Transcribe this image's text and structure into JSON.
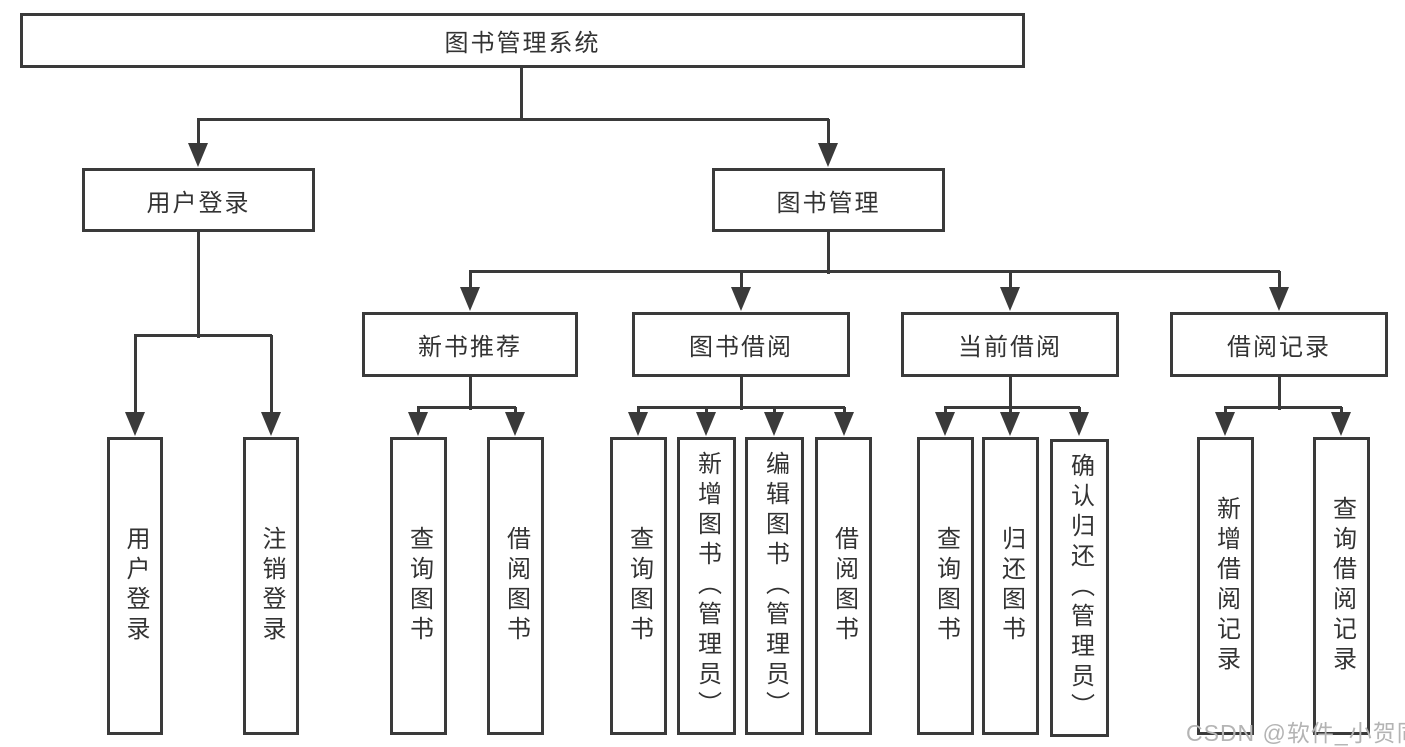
{
  "diagram": {
    "root": {
      "label": "图书管理系统"
    },
    "level2": [
      {
        "label": "用户登录",
        "parent": "图书管理系统"
      },
      {
        "label": "图书管理",
        "parent": "图书管理系统"
      }
    ],
    "level3": [
      {
        "label": "新书推荐",
        "parent": "图书管理"
      },
      {
        "label": "图书借阅",
        "parent": "图书管理"
      },
      {
        "label": "当前借阅",
        "parent": "图书管理"
      },
      {
        "label": "借阅记录",
        "parent": "图书管理"
      }
    ],
    "leaves": [
      {
        "label": "用户登录",
        "parent": "用户登录"
      },
      {
        "label": "注销登录",
        "parent": "用户登录"
      },
      {
        "label": "查询图书",
        "parent": "新书推荐"
      },
      {
        "label": "借阅图书",
        "parent": "新书推荐"
      },
      {
        "label": "查询图书",
        "parent": "图书借阅"
      },
      {
        "label": "新增图书（管理员）",
        "parent": "图书借阅"
      },
      {
        "label": "编辑图书（管理员）",
        "parent": "图书借阅"
      },
      {
        "label": "借阅图书",
        "parent": "图书借阅"
      },
      {
        "label": "查询图书",
        "parent": "当前借阅"
      },
      {
        "label": "归还图书",
        "parent": "当前借阅"
      },
      {
        "label": "确认归还（管理员）",
        "parent": "当前借阅"
      },
      {
        "label": "新增借阅记录",
        "parent": "借阅记录"
      },
      {
        "label": "查询借阅记录",
        "parent": "借阅记录"
      }
    ]
  },
  "watermark": {
    "text": "CSDN @软件_小贺同学"
  },
  "colors": {
    "line": "#3a3a3a",
    "text": "#333333",
    "box_fill": "#ffffff",
    "background": "#ffffff",
    "watermark": "#b4b4b4"
  }
}
